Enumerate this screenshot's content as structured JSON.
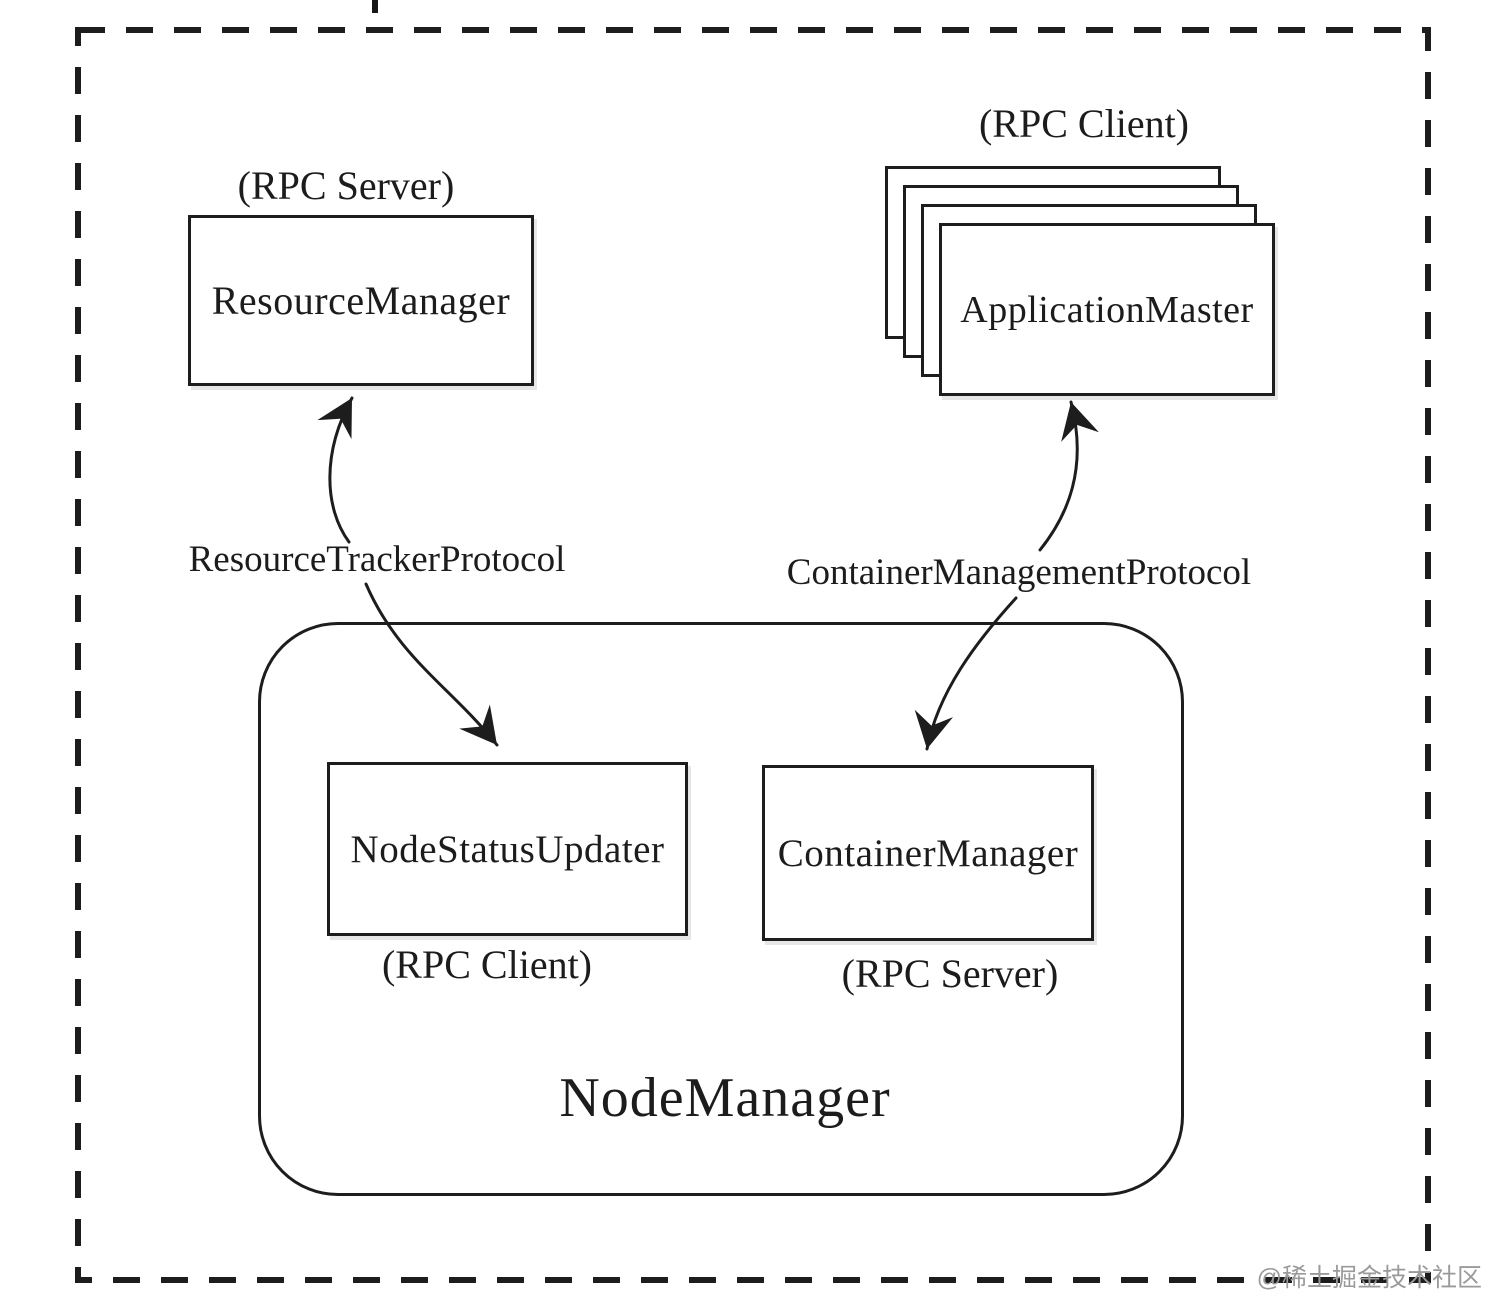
{
  "diagram": {
    "resource_manager": {
      "label": "ResourceManager",
      "annotation": "(RPC Server)"
    },
    "application_master": {
      "label": "ApplicationMaster",
      "annotation": "(RPC Client)"
    },
    "node_manager": {
      "label": "NodeManager"
    },
    "node_status_updater": {
      "label": "NodeStatusUpdater",
      "annotation": "(RPC Client)"
    },
    "container_manager": {
      "label": "ContainerManager",
      "annotation": "(RPC Server)"
    },
    "protocols": {
      "resource_tracker": "ResourceTrackerProtocol",
      "container_management": "ContainerManagementProtocol"
    },
    "watermark": "@稀土掘金技术社区",
    "colors": {
      "ink": "#1d1d1d",
      "paper": "#ffffff",
      "watermark": "#9a9a9a"
    }
  }
}
